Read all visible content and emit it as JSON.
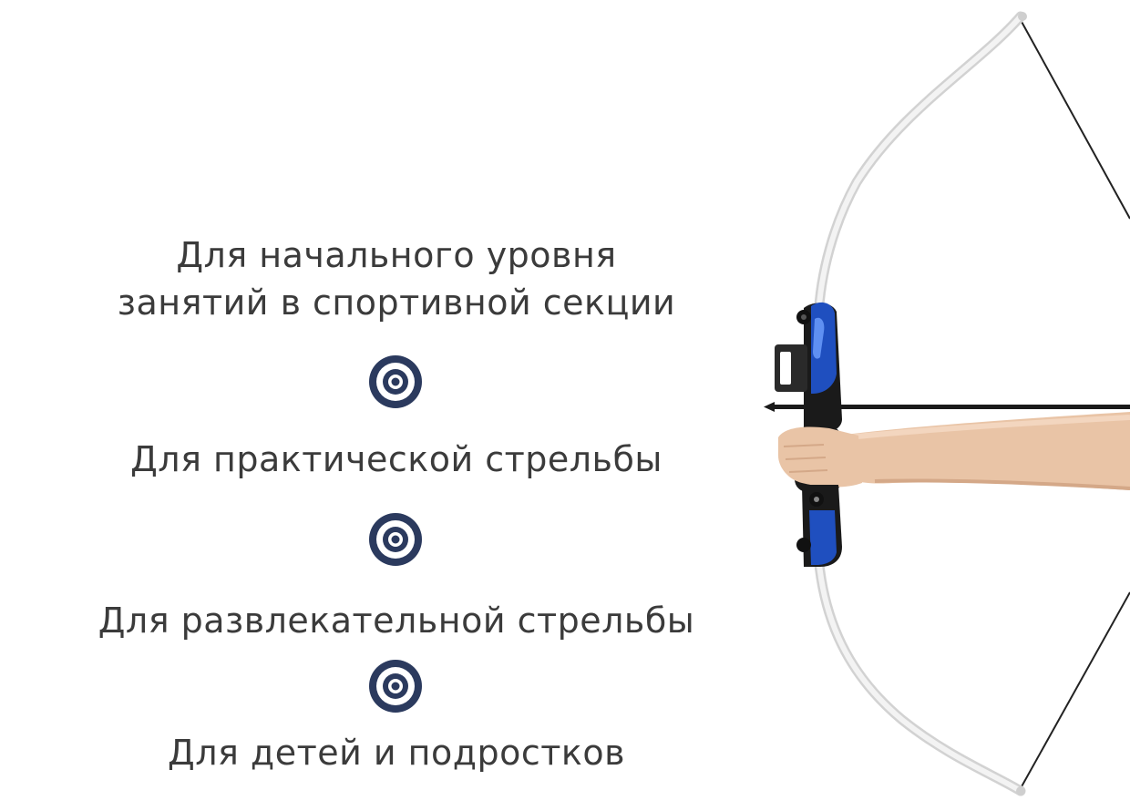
{
  "features": [
    {
      "lines": [
        "Для начального уровня",
        "занятий в спортивной секции"
      ]
    },
    {
      "text": "Для практической стрельбы"
    },
    {
      "text": "Для развлекательной стрельбы"
    },
    {
      "text": "Для детей и подростков"
    }
  ],
  "icons": {
    "separator": "target-icon",
    "illustration": "bow-with-arrow-and-arm"
  },
  "colors": {
    "text": "#3b3b3b",
    "target_ring": "#2b3a5e",
    "target_bg": "#ffffff",
    "riser_blue": "#1f4fbf",
    "limb": "#eeeeee",
    "skin": "#e9c4a6"
  }
}
